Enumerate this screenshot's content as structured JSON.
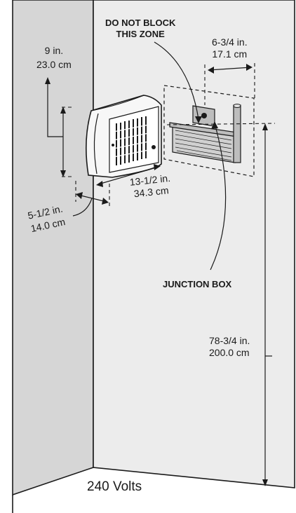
{
  "labels": {
    "zone": [
      "DO NOT BLOCK",
      "THIS ZONE"
    ],
    "vert_gap": [
      "9 in.",
      "23.0 cm"
    ],
    "mount_width": [
      "6-3/4 in.",
      "17.1 cm"
    ],
    "side_gap": [
      "5-1/2 in.",
      "14.0 cm"
    ],
    "unit_width": [
      "13-1/2 in.",
      "34.3 cm"
    ],
    "junction": "JUNCTION BOX",
    "height": [
      "78-3/4 in.",
      "200.0 cm"
    ],
    "voltage": "240 Volts"
  },
  "colors": {
    "line": "#1a1a1a",
    "wall_left": "#d6d6d6",
    "wall_back": "#ececec",
    "bracket": "#bdbdbd"
  }
}
